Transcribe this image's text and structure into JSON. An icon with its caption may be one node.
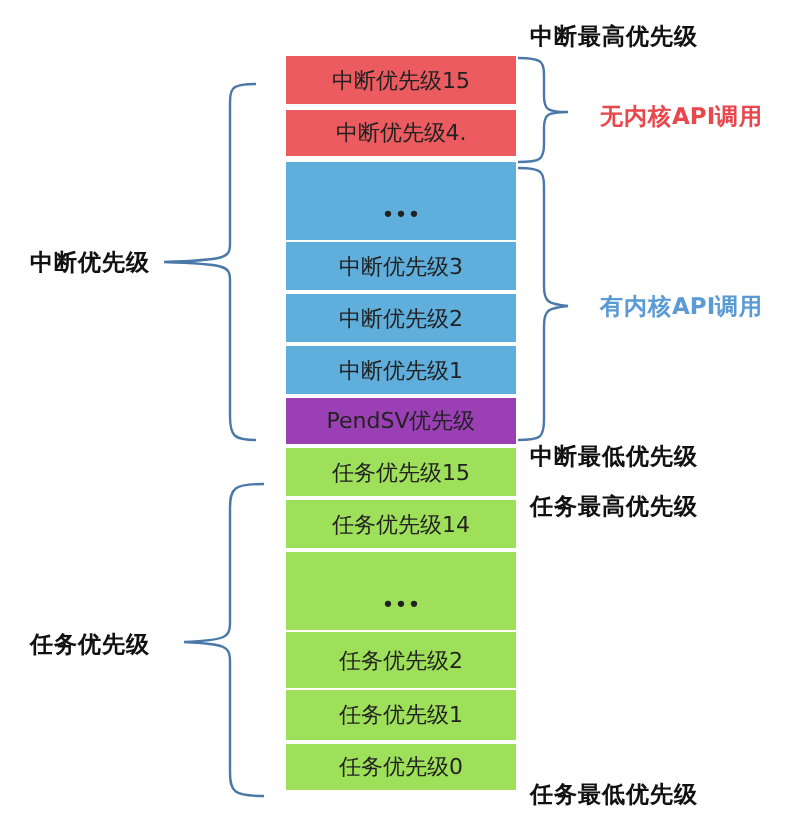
{
  "diagram": {
    "nodes": [
      {
        "text": [
          "中断优先级15"
        ]
      },
      {
        "text": [
          "中断优先级4."
        ]
      },
      {
        "text": [
          "•••"
        ]
      },
      {
        "text": [
          "中断优先级3"
        ]
      },
      {
        "text": [
          "中断优先级2"
        ]
      },
      {
        "text": [
          "中断优先级1"
        ]
      },
      {
        "text": [
          "PendSV优先级"
        ]
      },
      {
        "text": [
          "任务优先级15"
        ]
      },
      {
        "text": [
          "任务优先级14"
        ]
      },
      {
        "text": [
          "•••"
        ]
      },
      {
        "text": [
          "任务优先级2"
        ]
      },
      {
        "text": [
          "任务优先级1"
        ]
      },
      {
        "text": [
          "任务优先级0"
        ]
      }
    ],
    "labels": [
      "中断最高优先级",
      "无内核API调用",
      "中断优先级",
      "有内核API调用",
      "中断最低优先级",
      "任务最高优先级",
      "任务优先级",
      "任务最低优先级"
    ]
  }
}
